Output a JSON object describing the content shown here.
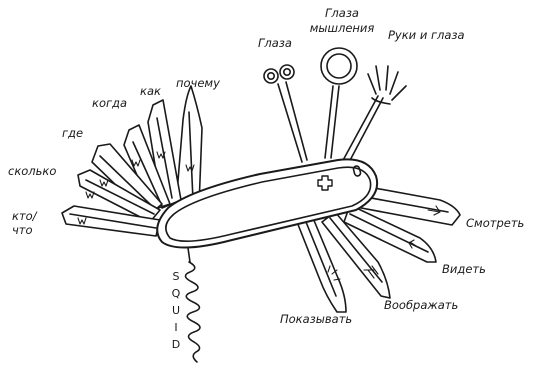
{
  "labels": {
    "glaza": "Глаза",
    "glaza_myshleniya_1": "Глаза",
    "glaza_myshleniya_2": "мышления",
    "ruki_i_glaza": "Руки и глаза",
    "pochemu": "почему",
    "kak": "как",
    "kogda": "когда",
    "gde": "где",
    "skolko": "сколько",
    "kto_1": "кто/",
    "kto_2": "что",
    "smotret": "Смотреть",
    "videt": "Видеть",
    "voobrazhat": "Воображать",
    "pokazyvat": "Показывать"
  },
  "squid_letters": [
    "S",
    "Q",
    "U",
    "I",
    "D"
  ],
  "blade_marks": {
    "w": "w",
    "arrow": "⇒"
  },
  "colors": {
    "ink": "#1a1a1a",
    "background": "#ffffff"
  }
}
